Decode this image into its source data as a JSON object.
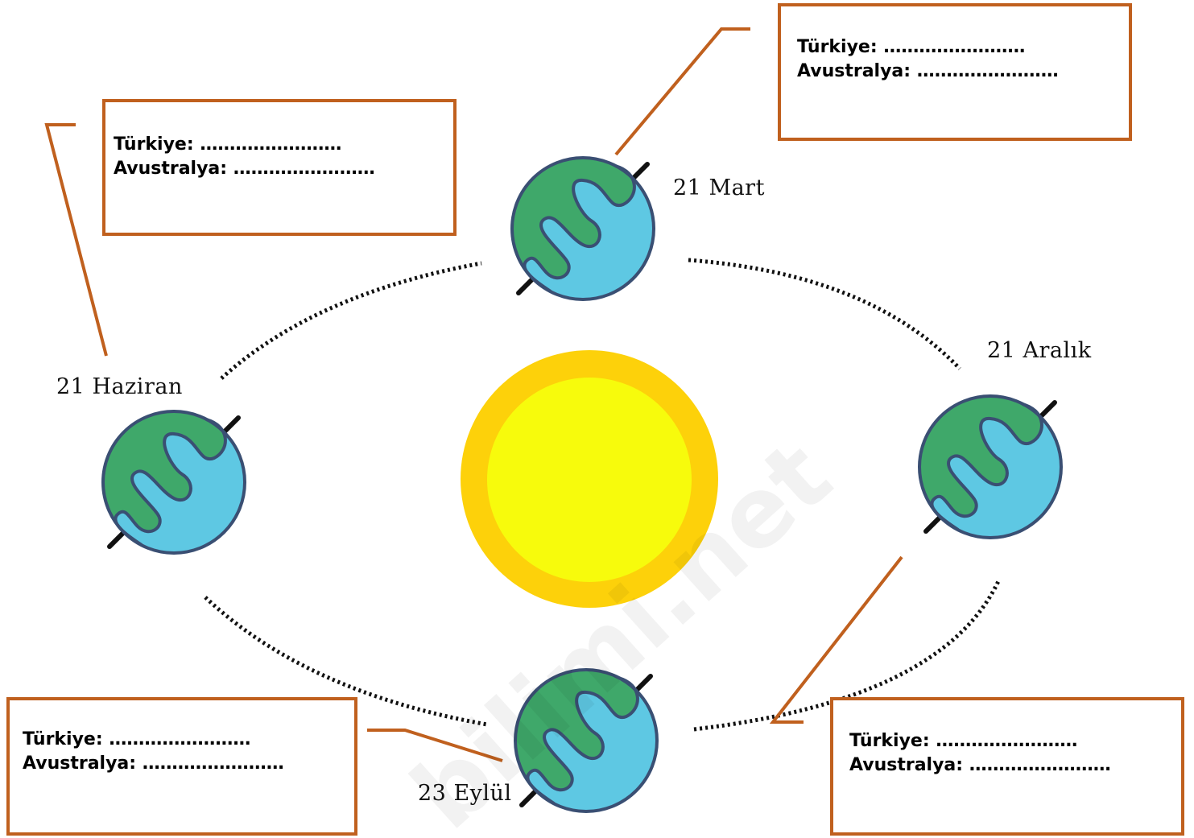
{
  "watermark": "bilimi.net",
  "seasons": {
    "mart": "21 Mart",
    "aralik": "21 Aralık",
    "haziran": "21 Haziran",
    "eylul": "23 Eylül"
  },
  "boxes": [
    {
      "turkey": "Türkiye: ……………………",
      "australia": "Avustralya: ……………………"
    },
    {
      "turkey": "Türkiye: ……………………",
      "australia": "Avustralya: ……………………"
    },
    {
      "turkey": "Türkiye: ……………………",
      "australia": "Avustralya: ……………………"
    },
    {
      "turkey": "Türkiye: ……………………",
      "australia": "Avustralya: ……………………"
    }
  ],
  "colors": {
    "box_border": "#c0601e",
    "sun_outer": "#fdd10a",
    "sun_inner": "#f7fb0c",
    "earth_ocean": "#5ec8e3",
    "earth_land": "#3fa86a",
    "earth_outline": "#3a4f73",
    "axis": "#111111"
  }
}
